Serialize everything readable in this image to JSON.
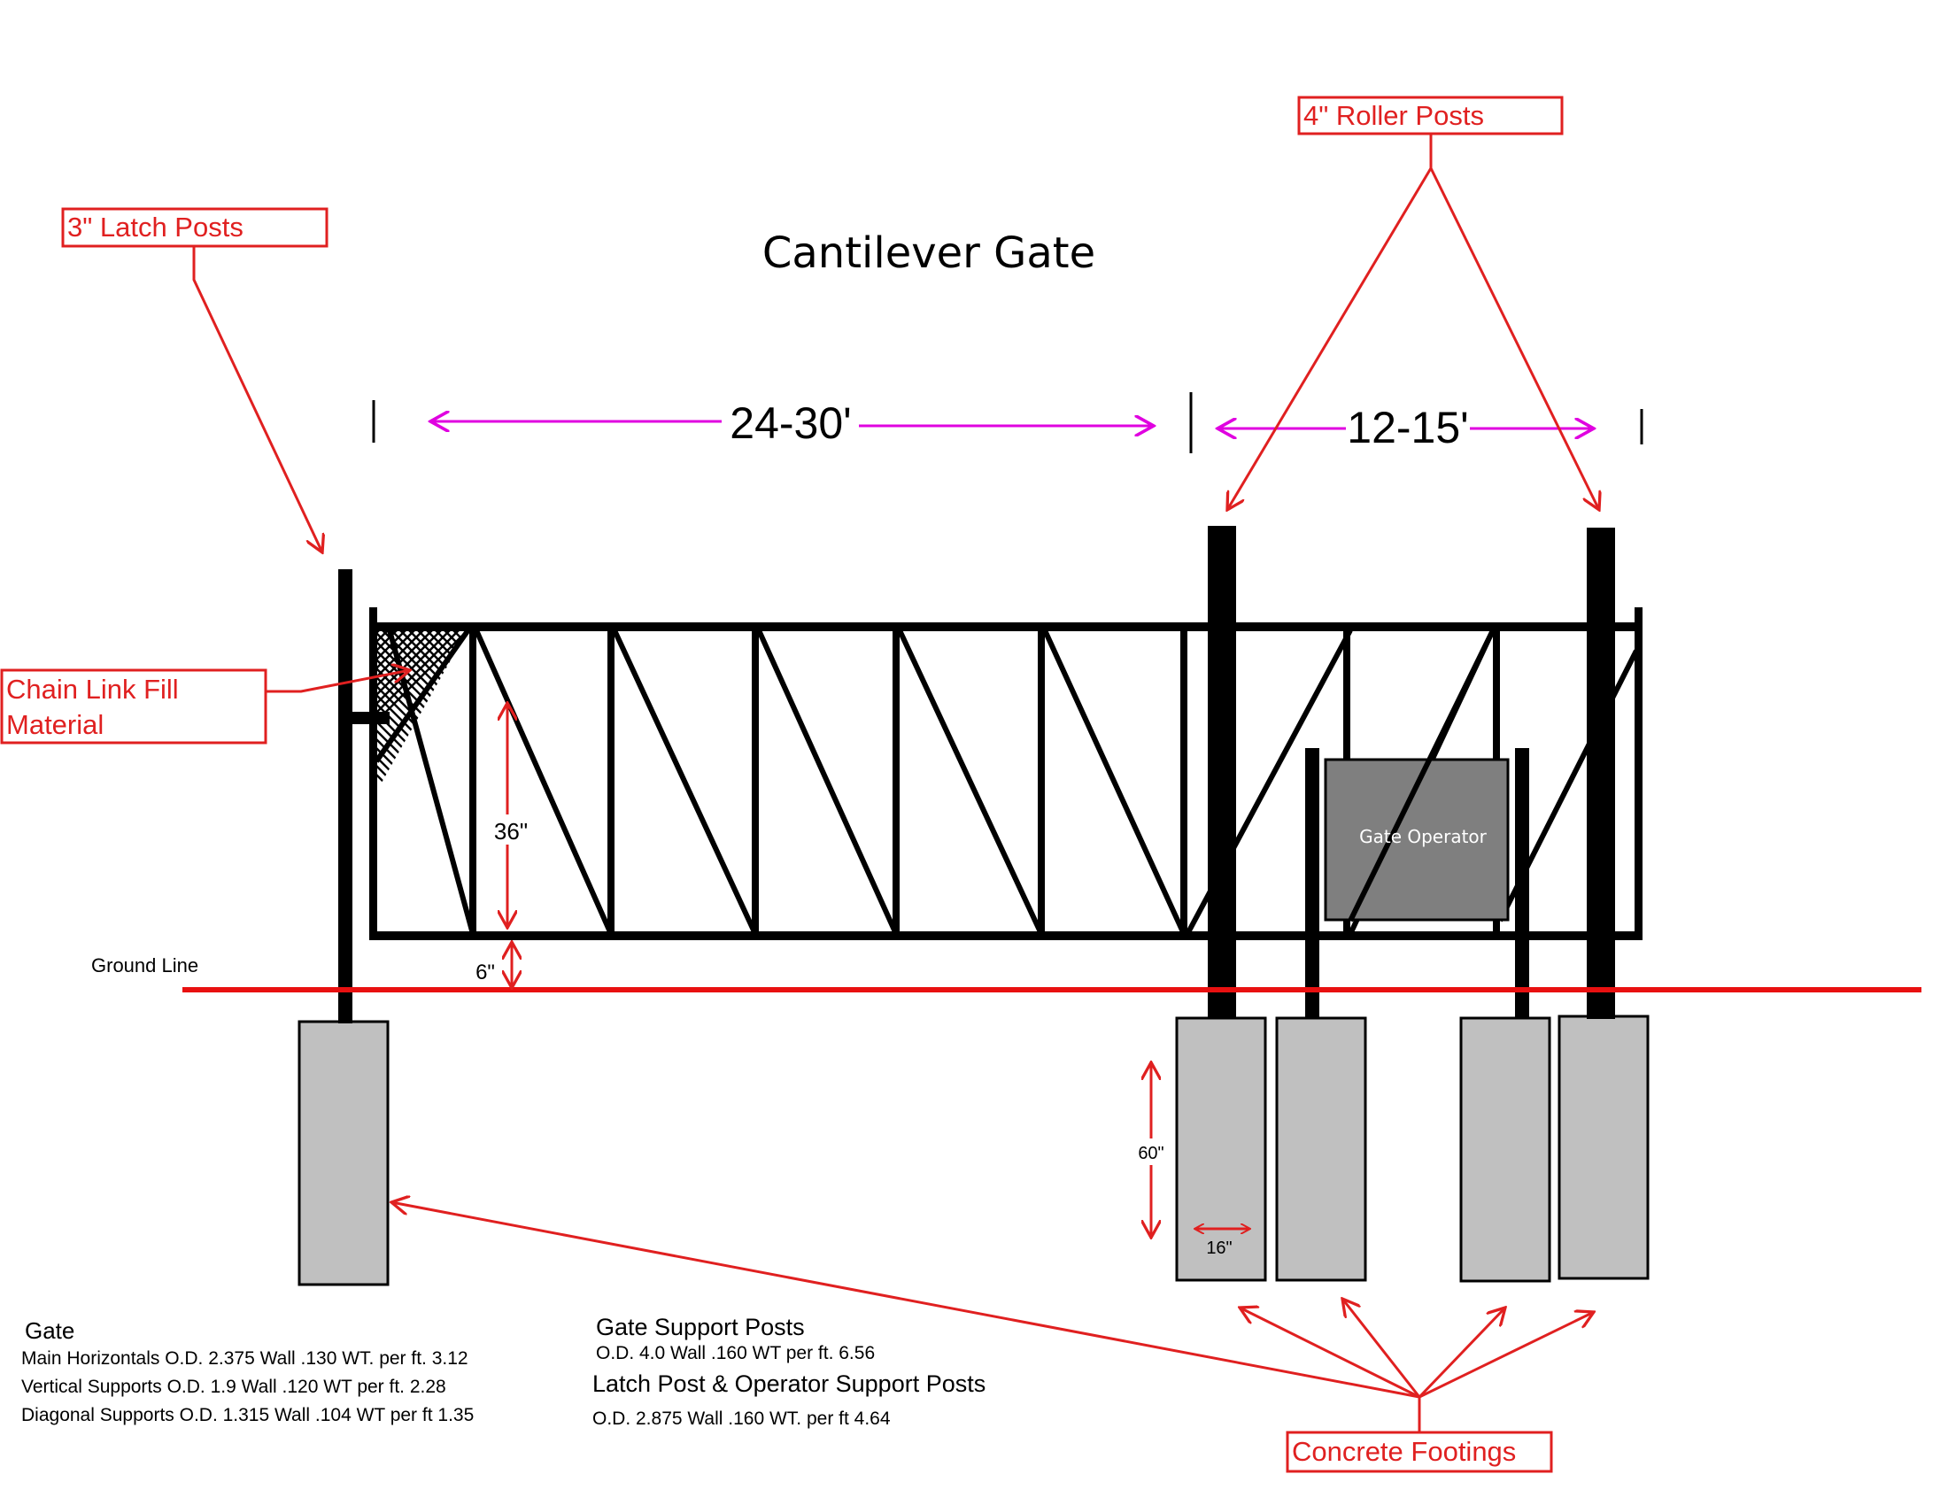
{
  "title": "Cantilever Gate",
  "dimensions": {
    "gate_span": "24-30'",
    "tail_span": "12-15'",
    "gate_height": "36\"",
    "ground_clearance": "6\"",
    "footing_depth": "60\"",
    "footing_width": "16\""
  },
  "labels": {
    "latch_posts": "3\" Latch Posts",
    "roller_posts": "4\" Roller Posts",
    "chain_link_line1": "Chain Link Fill",
    "chain_link_line2": "Material",
    "concrete_footings": "Concrete Footings",
    "ground_line": "Ground Line",
    "gate_operator": "Gate Operator"
  },
  "specs": {
    "gate": {
      "heading": "Gate",
      "lines": [
        "Main Horizontals O.D. 2.375 Wall .130 WT. per ft. 3.12",
        "Vertical Supports O.D. 1.9 Wall .120 WT per ft. 2.28",
        "Diagonal Supports O.D. 1.315 Wall .104 WT per ft 1.35"
      ]
    },
    "support_posts": {
      "heading": "Gate Support Posts",
      "line": "O.D. 4.0 Wall .160 WT per ft. 6.56"
    },
    "latch_posts": {
      "heading": "Latch Post & Operator Support Posts",
      "line": "O.D. 2.875 Wall .160 WT. per ft 4.64"
    }
  },
  "colors": {
    "callout": "#e02020",
    "dimension": "#e000e0",
    "ground_line": "#e81010",
    "footing_fill": "#c0c0c0",
    "operator_fill": "#7f7f7f"
  }
}
